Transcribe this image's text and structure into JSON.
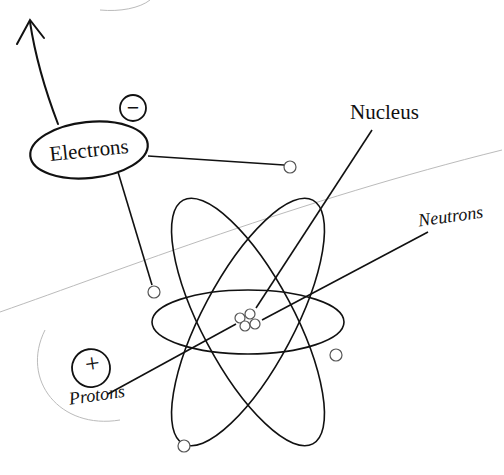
{
  "diagram": {
    "nodes": [
      {
        "text": [
          "Electrons"
        ]
      },
      {
        "text": [
          "−"
        ]
      },
      {
        "text": [
          "+",
          "Protons"
        ]
      }
    ],
    "labels": [
      "Nucleus",
      "Neutrons"
    ]
  }
}
